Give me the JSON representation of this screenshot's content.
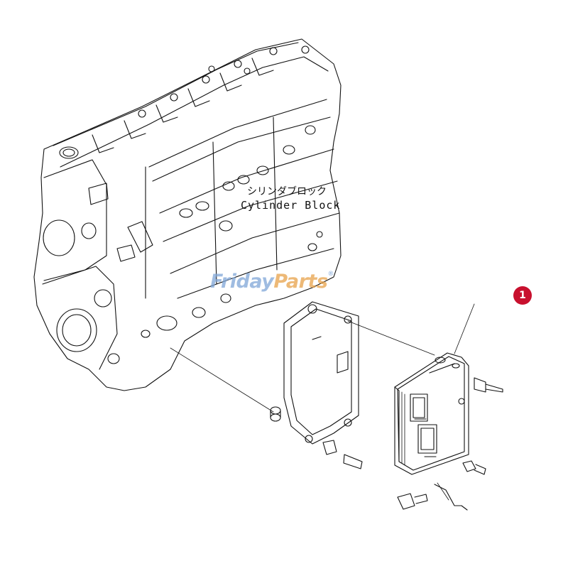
{
  "labels": {
    "cylinder_block_jp": "シリンダブロック",
    "cylinder_block_en": "Cylinder Block"
  },
  "watermark": {
    "part1": "Friday",
    "part2": "Parts",
    "mark": "®",
    "colors": {
      "blue": "#7fa6d8",
      "orange": "#e8a24a"
    }
  },
  "callout": {
    "number": "1",
    "color": "#c8102e"
  }
}
